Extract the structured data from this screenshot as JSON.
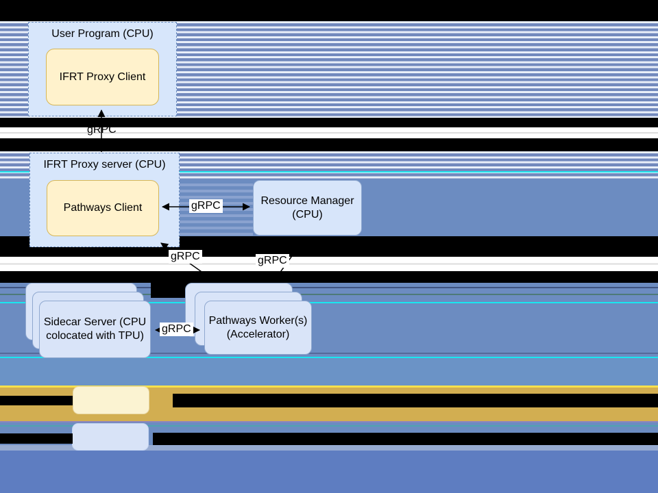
{
  "diagram": {
    "nodes": {
      "user_program": {
        "title": "User Program (CPU)",
        "child": "IFRT Proxy Client"
      },
      "ifrt_proxy_server": {
        "title": "IFRT Proxy server (CPU)",
        "child": "Pathways Client"
      },
      "resource_manager": {
        "title_line1": "Resource Manager",
        "title_line2": "(CPU)"
      },
      "sidecar_server": {
        "title_line1": "Sidecar Server (CPU",
        "title_line2": "colocated with TPU)"
      },
      "pathways_worker": {
        "title_line1": "Pathways Worker(s)",
        "title_line2": "(Accelerator)"
      }
    },
    "edges": {
      "proxy_server_to_proxy_client": {
        "label": "gRPC"
      },
      "pathways_client_to_resource_manager": {
        "label": "gRPC"
      },
      "sidecar_to_pathways_client": {
        "label": "gRPC"
      },
      "resource_manager_to_worker": {
        "label": "gRPC"
      },
      "sidecar_to_worker": {
        "label": "gRPC"
      }
    },
    "colors": {
      "node_blue_fill": "#DAE8FC",
      "node_blue_border": "#6C8EBF",
      "node_yellow_fill": "#FFF2CC",
      "node_yellow_border": "#D6B656",
      "background_blue": "#6C8CC1",
      "stripe_blue": "#7289BD",
      "stripe_light": "#E9EFF9",
      "gold_band": "#D2AE51",
      "cyan_line": "#19E7F0"
    },
    "legend": {
      "yellow_swatch_color": "#FBF3D2",
      "blue_swatch_color": "#D8E3F7"
    }
  }
}
